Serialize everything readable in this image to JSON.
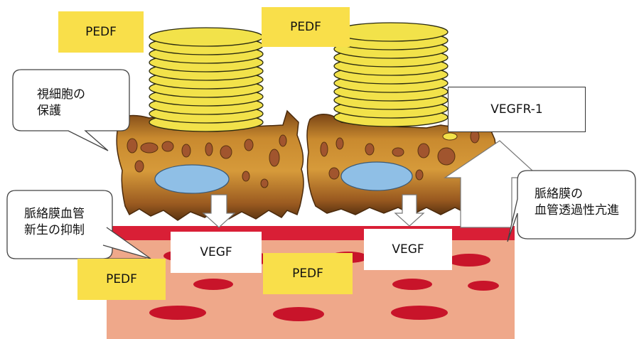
{
  "labels": {
    "pedf": "PEDF",
    "vegf": "VEGF",
    "vegfr1": "VEGFR-1",
    "photoreceptor_protection_line1": "視細胞の",
    "photoreceptor_protection_line2": "保護",
    "cnv_inhibition_line1": "脈絡膜血管",
    "cnv_inhibition_line2": "新生の抑制",
    "permeability_line1": "脈絡膜の",
    "permeability_line2": "血管透過性亢進"
  },
  "colors": {
    "pedf_box": "#f9df4a",
    "disc_fill": "#f2e24a",
    "rpe_cell": "#c8872c",
    "rpe_dark": "#6b3c14",
    "nucleus": "#8fbfe6",
    "organelle": "#a1552e",
    "bruch_membrane": "#d91f36",
    "choroid": "#efa88a",
    "vessel": "#c8142a"
  },
  "icons": [
    "down-arrow-icon",
    "up-arrow-icon",
    "speech-bubble"
  ]
}
